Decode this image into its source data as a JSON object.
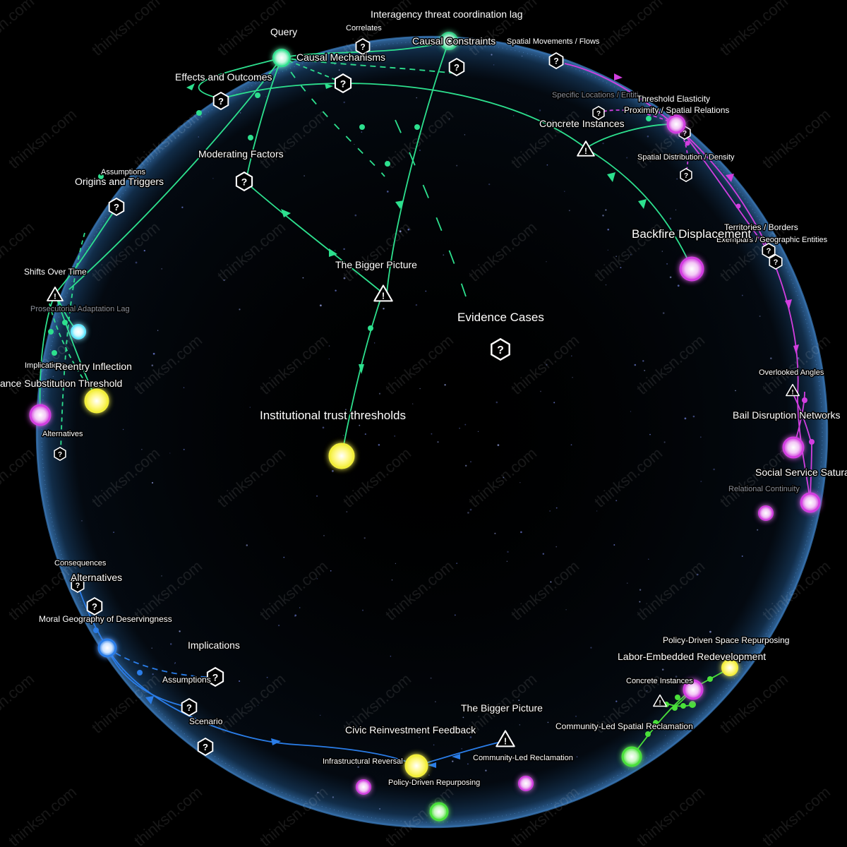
{
  "colors": {
    "teal": "#2de08e",
    "magenta": "#d23ee0",
    "blue": "#2a7de8",
    "lime": "#4ae03a",
    "yellow": "#f2ee3a",
    "cyan": "#5fe6ff",
    "sphere_rim": "#3a78b8"
  },
  "watermark": "thinksn.com",
  "labels": {
    "interagency_lag": "Interagency threat coordination lag",
    "query": "Query",
    "correlates": "Correlates",
    "causal_constraints": "Causal Constraints",
    "spatial_movements": "Spatial Movements / Flows",
    "causal_mechanisms": "Causal Mechanisms",
    "effects_outcomes": "Effects and Outcomes",
    "specific_locations": "Specific Locations / Entiti",
    "threshold_elasticity": "Threshold Elasticity",
    "proximity": "Proximity / Spatial Relations",
    "concrete_instances_top": "Concrete Instances",
    "spatial_distribution": "Spatial Distribution / Density",
    "moderating_factors": "Moderating Factors",
    "assumptions_left": "Assumptions",
    "origins_triggers": "Origins and Triggers",
    "territories": "Territories / Borders",
    "exemplars": "Exemplars / Geographic Entities",
    "backfire": "Backfire Displacement",
    "bigger_picture_center": "The Bigger Picture",
    "shifts_over_time": "Shifts Over Time",
    "prosecutorial": "Prosecutorial Adaptation Lag",
    "evidence_cases": "Evidence Cases",
    "implications_left": "Implications",
    "reentry": "Reentry Inflection",
    "substitution": "ance Substitution Threshold",
    "overlooked": "Overlooked Angles",
    "bail_disruption": "Bail Disruption Networks",
    "institutional_trust": "Institutional trust thresholds",
    "alternatives_left": "Alternatives",
    "social_service": "Social Service Saturat",
    "relational": "Relational Continuity",
    "consequences": "Consequences",
    "alternatives_lower": "Alternatives",
    "moral_geography": "Moral Geography of Deservingness",
    "implications_lower": "Implications",
    "policy_driven_space": "Policy-Driven Space Repurposing",
    "labor_embedded": "Labor-Embedded Redevelopment",
    "assumptions_lower": "Assumptions",
    "concrete_instances_bottom": "Concrete Instances",
    "scenario": "Scenario",
    "bigger_picture_bottom": "The Bigger Picture",
    "community_spatial": "Community-Led Spatial Reclamation",
    "civic_reinvestment": "Civic Reinvestment Feedback",
    "community_reclamation": "Community-Led Reclamation",
    "infrastructural": "Infrastructural Reversal",
    "policy_repurposing": "Policy-Driven Repurposing"
  },
  "icons": {
    "question": "question-hexagon-icon",
    "warning": "warning-triangle-icon"
  }
}
